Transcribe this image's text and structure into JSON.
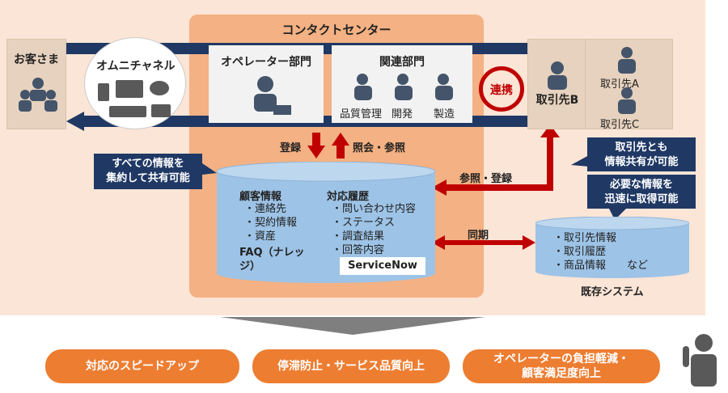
{
  "colors": {
    "navy": "#1f3864",
    "orange": "#ed7d31",
    "dark_red": "#c00000",
    "db_blue": "#9dc3e6",
    "panel_bg": "#fbe5d6",
    "center_bg": "#f4b183"
  },
  "customer": {
    "label": "お客さま"
  },
  "omni": {
    "label": "オムニチャネル"
  },
  "center": {
    "title": "コンタクトセンター"
  },
  "operator": {
    "label": "オペレーター部門"
  },
  "related": {
    "label": "関連部門",
    "members": [
      "品質管理",
      "開発",
      "製造"
    ]
  },
  "renkei": {
    "label": "連携"
  },
  "partner_b": {
    "label": "取引先B"
  },
  "partner_a": {
    "label": "取引先A"
  },
  "partner_c": {
    "label": "取引先C"
  },
  "arrows": {
    "register": "登録",
    "ref": "照会・参照",
    "ref_reg": "参照・登録",
    "sync": "同期"
  },
  "callouts": {
    "share_all": "すべての情報を\n集約して共有可能",
    "partner_share": "取引先とも\n情報共有が可能",
    "quick_get": "必要な情報を\n迅速に取得可能"
  },
  "db": {
    "customer_title": "顧客情報",
    "customer_items": [
      "連絡先",
      "契約情報",
      "資産"
    ],
    "faq": "FAQ（ナレッ\nジ）",
    "history_title": "対応履歴",
    "history_items": [
      "問い合わせ内容",
      "ステータス",
      "調査結果",
      "回答内容"
    ],
    "product": "ServiceNow"
  },
  "legacy": {
    "items": [
      "取引先情報",
      "取引履歴",
      "商品情報　　など"
    ],
    "caption": "既存システム"
  },
  "benefits": [
    "対応のスピードアップ",
    "停滞防止・サービス品質向上",
    "オペレーターの負担軽減・\n顧客満足度向上"
  ]
}
